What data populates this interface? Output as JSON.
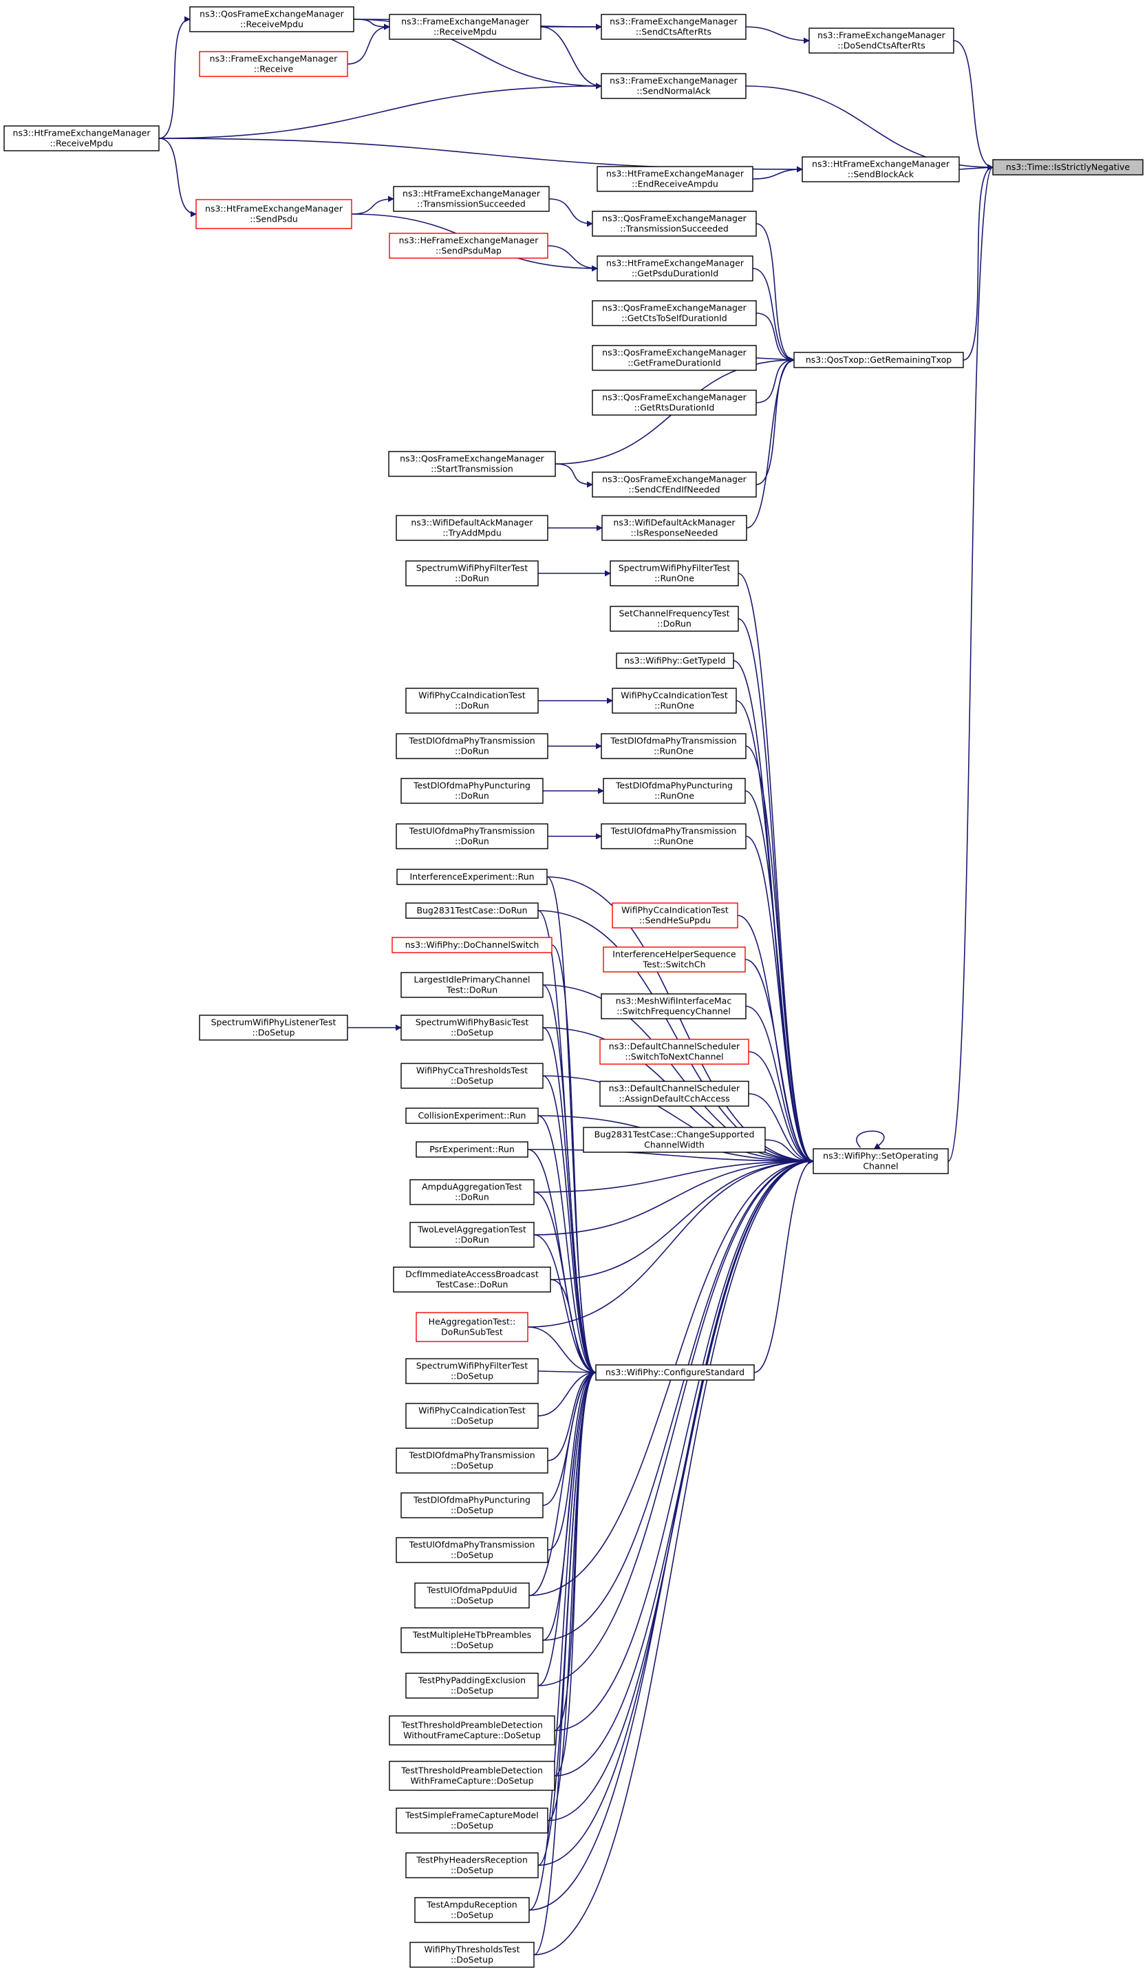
{
  "graph": {
    "title": "",
    "colors": {
      "edge": "#191970",
      "node_border": "#000000",
      "node_border_truncated": "#ff0000",
      "node_fill": "#ffffff",
      "root_fill": "#bfbfbf"
    },
    "nodes": [
      {
        "id": "n1",
        "lines": [
          "ns3::QosFrameExchangeManager",
          "::ReceiveMpdu"
        ],
        "red": false,
        "root": false
      },
      {
        "id": "n2",
        "lines": [
          "ns3::FrameExchangeManager",
          "::ReceiveMpdu"
        ],
        "red": false,
        "root": false
      },
      {
        "id": "n3",
        "lines": [
          "ns3::FrameExchangeManager",
          "::SendCtsAfterRts"
        ],
        "red": false,
        "root": false
      },
      {
        "id": "n4",
        "lines": [
          "ns3::FrameExchangeManager",
          "::DoSendCtsAfterRts"
        ],
        "red": false,
        "root": false
      },
      {
        "id": "n5",
        "lines": [
          "ns3::FrameExchangeManager",
          "::Receive"
        ],
        "red": true,
        "root": false
      },
      {
        "id": "n6",
        "lines": [
          "ns3::FrameExchangeManager",
          "::SendNormalAck"
        ],
        "red": false,
        "root": false
      },
      {
        "id": "n7",
        "lines": [
          "ns3::HtFrameExchangeManager",
          "::ReceiveMpdu"
        ],
        "red": false,
        "root": false
      },
      {
        "id": "n8",
        "lines": [
          "ns3::Time::IsStrictlyNegative"
        ],
        "red": false,
        "root": true
      },
      {
        "id": "n9",
        "lines": [
          "ns3::HtFrameExchangeManager",
          "::EndReceiveAmpdu"
        ],
        "red": false,
        "root": false
      },
      {
        "id": "n10",
        "lines": [
          "ns3::HtFrameExchangeManager",
          "::SendBlockAck"
        ],
        "red": false,
        "root": false
      },
      {
        "id": "n11",
        "lines": [
          "ns3::HtFrameExchangeManager",
          "::SendPsdu"
        ],
        "red": true,
        "root": false
      },
      {
        "id": "n12",
        "lines": [
          "ns3::HtFrameExchangeManager",
          "::TransmissionSucceeded"
        ],
        "red": false,
        "root": false
      },
      {
        "id": "n13",
        "lines": [
          "ns3::QosFrameExchangeManager",
          "::TransmissionSucceeded"
        ],
        "red": false,
        "root": false
      },
      {
        "id": "n14",
        "lines": [
          "ns3::HeFrameExchangeManager",
          "::SendPsduMap"
        ],
        "red": true,
        "root": false
      },
      {
        "id": "n15",
        "lines": [
          "ns3::HtFrameExchangeManager",
          "::GetPsduDurationId"
        ],
        "red": false,
        "root": false
      },
      {
        "id": "n16",
        "lines": [
          "ns3::QosFrameExchangeManager",
          "::GetCtsToSelfDurationId"
        ],
        "red": false,
        "root": false
      },
      {
        "id": "n17",
        "lines": [
          "ns3::QosFrameExchangeManager",
          "::GetFrameDurationId"
        ],
        "red": false,
        "root": false
      },
      {
        "id": "n18",
        "lines": [
          "ns3::QosTxop::GetRemainingTxop"
        ],
        "red": false,
        "root": false
      },
      {
        "id": "n19",
        "lines": [
          "ns3::QosFrameExchangeManager",
          "::GetRtsDurationId"
        ],
        "red": false,
        "root": false
      },
      {
        "id": "n20",
        "lines": [
          "ns3::QosFrameExchangeManager",
          "::StartTransmission"
        ],
        "red": false,
        "root": false
      },
      {
        "id": "n21",
        "lines": [
          "ns3::QosFrameExchangeManager",
          "::SendCfEndIfNeeded"
        ],
        "red": false,
        "root": false
      },
      {
        "id": "n22",
        "lines": [
          "ns3::WifiDefaultAckManager",
          "::TryAddMpdu"
        ],
        "red": false,
        "root": false
      },
      {
        "id": "n23",
        "lines": [
          "ns3::WifiDefaultAckManager",
          "::IsResponseNeeded"
        ],
        "red": false,
        "root": false
      },
      {
        "id": "n24",
        "lines": [
          "SpectrumWifiPhyFilterTest",
          "::DoRun"
        ],
        "red": false,
        "root": false
      },
      {
        "id": "n25",
        "lines": [
          "SpectrumWifiPhyFilterTest",
          "::RunOne"
        ],
        "red": false,
        "root": false
      },
      {
        "id": "n26",
        "lines": [
          "SetChannelFrequencyTest",
          "::DoRun"
        ],
        "red": false,
        "root": false
      },
      {
        "id": "n27",
        "lines": [
          "ns3::WifiPhy::GetTypeId"
        ],
        "red": false,
        "root": false
      },
      {
        "id": "n28",
        "lines": [
          "WifiPhyCcaIndicationTest",
          "::DoRun"
        ],
        "red": false,
        "root": false
      },
      {
        "id": "n29",
        "lines": [
          "WifiPhyCcaIndicationTest",
          "::RunOne"
        ],
        "red": false,
        "root": false
      },
      {
        "id": "n30",
        "lines": [
          "TestDlOfdmaPhyTransmission",
          "::DoRun"
        ],
        "red": false,
        "root": false
      },
      {
        "id": "n31",
        "lines": [
          "TestDlOfdmaPhyTransmission",
          "::RunOne"
        ],
        "red": false,
        "root": false
      },
      {
        "id": "n32",
        "lines": [
          "TestDlOfdmaPhyPuncturing",
          "::DoRun"
        ],
        "red": false,
        "root": false
      },
      {
        "id": "n33",
        "lines": [
          "TestDlOfdmaPhyPuncturing",
          "::RunOne"
        ],
        "red": false,
        "root": false
      },
      {
        "id": "n34",
        "lines": [
          "TestUlOfdmaPhyTransmission",
          "::DoRun"
        ],
        "red": false,
        "root": false
      },
      {
        "id": "n35",
        "lines": [
          "TestUlOfdmaPhyTransmission",
          "::RunOne"
        ],
        "red": false,
        "root": false
      },
      {
        "id": "n36",
        "lines": [
          "InterferenceExperiment::Run"
        ],
        "red": false,
        "root": false
      },
      {
        "id": "n37",
        "lines": [
          "Bug2831TestCase::DoRun"
        ],
        "red": false,
        "root": false
      },
      {
        "id": "n38",
        "lines": [
          "WifiPhyCcaIndicationTest",
          "::SendHeSuPpdu"
        ],
        "red": true,
        "root": false
      },
      {
        "id": "n39",
        "lines": [
          "ns3::WifiPhy::DoChannelSwitch"
        ],
        "red": true,
        "root": false
      },
      {
        "id": "n40",
        "lines": [
          "InterferenceHelperSequence",
          "Test::SwitchCh"
        ],
        "red": true,
        "root": false
      },
      {
        "id": "n41",
        "lines": [
          "LargestIdlePrimaryChannel",
          "Test::DoRun"
        ],
        "red": false,
        "root": false
      },
      {
        "id": "n42",
        "lines": [
          "ns3::MeshWifiInterfaceMac",
          "::SwitchFrequencyChannel"
        ],
        "red": false,
        "root": false
      },
      {
        "id": "n43",
        "lines": [
          "SpectrumWifiPhyListenerTest",
          "::DoSetup"
        ],
        "red": false,
        "root": false
      },
      {
        "id": "n44",
        "lines": [
          "SpectrumWifiPhyBasicTest",
          "::DoSetup"
        ],
        "red": false,
        "root": false
      },
      {
        "id": "n45",
        "lines": [
          "ns3::DefaultChannelScheduler",
          "::SwitchToNextChannel"
        ],
        "red": true,
        "root": false
      },
      {
        "id": "n46",
        "lines": [
          "WifiPhyCcaThresholdsTest",
          "::DoSetup"
        ],
        "red": false,
        "root": false
      },
      {
        "id": "n47",
        "lines": [
          "ns3::DefaultChannelScheduler",
          "::AssignDefaultCchAccess"
        ],
        "red": false,
        "root": false
      },
      {
        "id": "n48",
        "lines": [
          "CollisionExperiment::Run"
        ],
        "red": false,
        "root": false
      },
      {
        "id": "n49",
        "lines": [
          "Bug2831TestCase::ChangeSupported",
          "ChannelWidth"
        ],
        "red": false,
        "root": false
      },
      {
        "id": "n50",
        "lines": [
          "ns3::WifiPhy::SetOperating",
          "Channel"
        ],
        "red": false,
        "root": false
      },
      {
        "id": "n51",
        "lines": [
          "PsrExperiment::Run"
        ],
        "red": false,
        "root": false
      },
      {
        "id": "n52",
        "lines": [
          "AmpduAggregationTest",
          "::DoRun"
        ],
        "red": false,
        "root": false
      },
      {
        "id": "n53",
        "lines": [
          "TwoLevelAggregationTest",
          "::DoRun"
        ],
        "red": false,
        "root": false
      },
      {
        "id": "n54",
        "lines": [
          "DcfImmediateAccessBroadcast",
          "TestCase::DoRun"
        ],
        "red": false,
        "root": false
      },
      {
        "id": "n55",
        "lines": [
          "HeAggregationTest::",
          "DoRunSubTest"
        ],
        "red": true,
        "root": false
      },
      {
        "id": "n56",
        "lines": [
          "SpectrumWifiPhyFilterTest",
          "::DoSetup"
        ],
        "red": false,
        "root": false
      },
      {
        "id": "n57",
        "lines": [
          "ns3::WifiPhy::ConfigureStandard"
        ],
        "red": false,
        "root": false
      },
      {
        "id": "n58",
        "lines": [
          "WifiPhyCcaIndicationTest",
          "::DoSetup"
        ],
        "red": false,
        "root": false
      },
      {
        "id": "n59",
        "lines": [
          "TestDlOfdmaPhyTransmission",
          "::DoSetup"
        ],
        "red": false,
        "root": false
      },
      {
        "id": "n60",
        "lines": [
          "TestDlOfdmaPhyPuncturing",
          "::DoSetup"
        ],
        "red": false,
        "root": false
      },
      {
        "id": "n61",
        "lines": [
          "TestUlOfdmaPhyTransmission",
          "::DoSetup"
        ],
        "red": false,
        "root": false
      },
      {
        "id": "n62",
        "lines": [
          "TestUlOfdmaPpduUid",
          "::DoSetup"
        ],
        "red": false,
        "root": false
      },
      {
        "id": "n63",
        "lines": [
          "TestMultipleHeTbPreambles",
          "::DoSetup"
        ],
        "red": false,
        "root": false
      },
      {
        "id": "n64",
        "lines": [
          "TestPhyPaddingExclusion",
          "::DoSetup"
        ],
        "red": false,
        "root": false
      },
      {
        "id": "n65",
        "lines": [
          "TestThresholdPreambleDetection",
          "WithoutFrameCapture::DoSetup"
        ],
        "red": false,
        "root": false
      },
      {
        "id": "n66",
        "lines": [
          "TestThresholdPreambleDetection",
          "WithFrameCapture::DoSetup"
        ],
        "red": false,
        "root": false
      },
      {
        "id": "n67",
        "lines": [
          "TestSimpleFrameCaptureModel",
          "::DoSetup"
        ],
        "red": false,
        "root": false
      },
      {
        "id": "n68",
        "lines": [
          "TestPhyHeadersReception",
          "::DoSetup"
        ],
        "red": false,
        "root": false
      },
      {
        "id": "n69",
        "lines": [
          "TestAmpduReception",
          "::DoSetup"
        ],
        "red": false,
        "root": false
      },
      {
        "id": "n70",
        "lines": [
          "WifiPhyThresholdsTest",
          "::DoSetup"
        ],
        "red": false,
        "root": false
      }
    ],
    "edges": [
      [
        "n2",
        "n1"
      ],
      [
        "n3",
        "n1"
      ],
      [
        "n3",
        "n2"
      ],
      [
        "n4",
        "n3"
      ],
      [
        "n2",
        "n5"
      ],
      [
        "n6",
        "n1"
      ],
      [
        "n6",
        "n2"
      ],
      [
        "n6",
        "n7"
      ],
      [
        "n1",
        "n7"
      ],
      [
        "n8",
        "n4"
      ],
      [
        "n8",
        "n6"
      ],
      [
        "n8",
        "n10"
      ],
      [
        "n8",
        "n18"
      ],
      [
        "n8",
        "n50"
      ],
      [
        "n10",
        "n7"
      ],
      [
        "n10",
        "n9"
      ],
      [
        "n11",
        "n7"
      ],
      [
        "n12",
        "n11"
      ],
      [
        "n13",
        "n12"
      ],
      [
        "n15",
        "n11"
      ],
      [
        "n15",
        "n14"
      ],
      [
        "n18",
        "n13"
      ],
      [
        "n18",
        "n15"
      ],
      [
        "n18",
        "n16"
      ],
      [
        "n18",
        "n17"
      ],
      [
        "n18",
        "n19"
      ],
      [
        "n18",
        "n20"
      ],
      [
        "n18",
        "n21"
      ],
      [
        "n18",
        "n23"
      ],
      [
        "n21",
        "n20"
      ],
      [
        "n23",
        "n22"
      ],
      [
        "n25",
        "n24"
      ],
      [
        "n29",
        "n28"
      ],
      [
        "n31",
        "n30"
      ],
      [
        "n33",
        "n32"
      ],
      [
        "n35",
        "n34"
      ],
      [
        "n44",
        "n43"
      ],
      [
        "n50",
        "n25"
      ],
      [
        "n50",
        "n26"
      ],
      [
        "n50",
        "n27"
      ],
      [
        "n50",
        "n29"
      ],
      [
        "n50",
        "n31"
      ],
      [
        "n50",
        "n33"
      ],
      [
        "n50",
        "n35"
      ],
      [
        "n50",
        "n36"
      ],
      [
        "n50",
        "n37"
      ],
      [
        "n50",
        "n38"
      ],
      [
        "n50",
        "n40"
      ],
      [
        "n50",
        "n41"
      ],
      [
        "n50",
        "n42"
      ],
      [
        "n50",
        "n44"
      ],
      [
        "n50",
        "n45"
      ],
      [
        "n50",
        "n46"
      ],
      [
        "n50",
        "n47"
      ],
      [
        "n50",
        "n48"
      ],
      [
        "n50",
        "n49"
      ],
      [
        "n50",
        "n50"
      ],
      [
        "n50",
        "n51"
      ],
      [
        "n50",
        "n52"
      ],
      [
        "n50",
        "n53"
      ],
      [
        "n50",
        "n54"
      ],
      [
        "n50",
        "n55"
      ],
      [
        "n50",
        "n57"
      ],
      [
        "n50",
        "n62"
      ],
      [
        "n50",
        "n63"
      ],
      [
        "n50",
        "n64"
      ],
      [
        "n50",
        "n65"
      ],
      [
        "n50",
        "n66"
      ],
      [
        "n50",
        "n67"
      ],
      [
        "n50",
        "n68"
      ],
      [
        "n50",
        "n69"
      ],
      [
        "n50",
        "n70"
      ],
      [
        "n57",
        "n36"
      ],
      [
        "n57",
        "n37"
      ],
      [
        "n57",
        "n39"
      ],
      [
        "n57",
        "n41"
      ],
      [
        "n57",
        "n44"
      ],
      [
        "n57",
        "n46"
      ],
      [
        "n57",
        "n48"
      ],
      [
        "n57",
        "n51"
      ],
      [
        "n57",
        "n52"
      ],
      [
        "n57",
        "n53"
      ],
      [
        "n57",
        "n54"
      ],
      [
        "n57",
        "n55"
      ],
      [
        "n57",
        "n56"
      ],
      [
        "n57",
        "n58"
      ],
      [
        "n57",
        "n59"
      ],
      [
        "n57",
        "n60"
      ],
      [
        "n57",
        "n61"
      ],
      [
        "n57",
        "n62"
      ],
      [
        "n57",
        "n63"
      ],
      [
        "n57",
        "n64"
      ],
      [
        "n57",
        "n65"
      ],
      [
        "n57",
        "n66"
      ],
      [
        "n57",
        "n67"
      ],
      [
        "n57",
        "n68"
      ],
      [
        "n57",
        "n69"
      ],
      [
        "n57",
        "n70"
      ]
    ]
  }
}
